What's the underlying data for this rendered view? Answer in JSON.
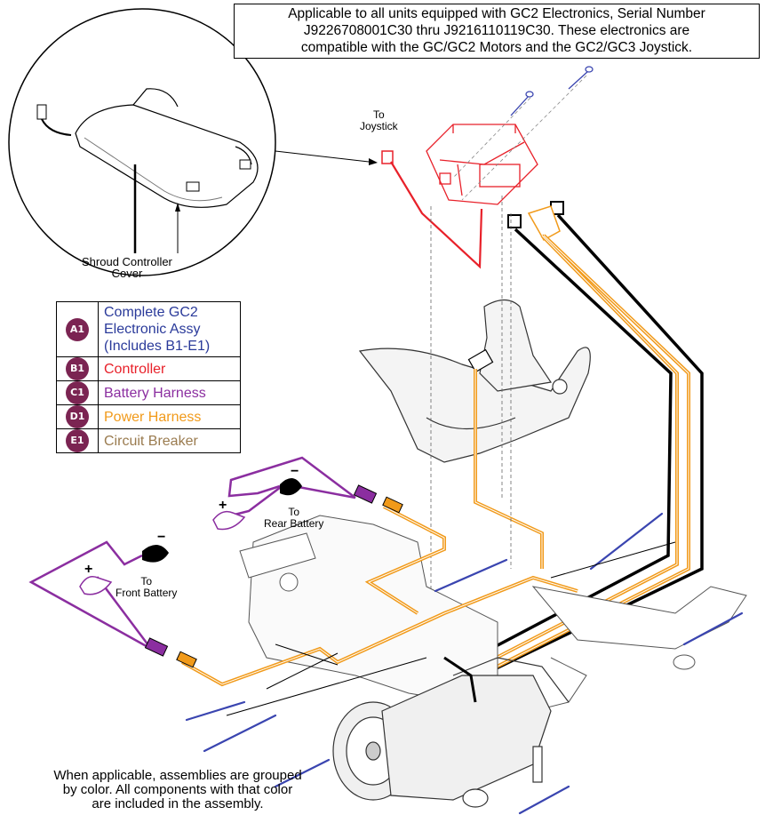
{
  "note": {
    "lines": [
      "Applicable to all units equipped with GC2 Electronics, Serial Number",
      "J9226708001C30 thru J9216110119C30. These electronics are",
      "compatible with the GC/GC2 Motors and the GC2/GC3 Joystick."
    ]
  },
  "labels": {
    "to_joystick": [
      "To",
      "Joystick"
    ],
    "shroud": [
      "Shroud Controller",
      "Cover"
    ],
    "rear_battery": [
      "To",
      "Rear Battery"
    ],
    "front_battery": [
      "To",
      "Front Battery"
    ],
    "plus": "+",
    "minus": "−"
  },
  "legend": [
    {
      "code": "A1",
      "lines": [
        "Complete GC2",
        "Electronic Assy",
        "(Includes B1-E1)"
      ],
      "color": "#2a3a9a"
    },
    {
      "code": "B1",
      "lines": [
        "Controller"
      ],
      "color": "#e8212a"
    },
    {
      "code": "C1",
      "lines": [
        "Battery Harness"
      ],
      "color": "#8b2ea0"
    },
    {
      "code": "D1",
      "lines": [
        "Power Harness"
      ],
      "color": "#f19a1a"
    },
    {
      "code": "E1",
      "lines": [
        "Circuit Breaker"
      ],
      "color": "#9a7b4f"
    }
  ],
  "footnote": [
    "When applicable, assemblies are grouped",
    "by color. All components with that color",
    "are included in the assembly."
  ],
  "colors": {
    "controller": "#e8212a",
    "battery_harness": "#8b2ea0",
    "power_harness": "#f19a1a",
    "hardware": "#3a45b0",
    "badge": "#7b2452",
    "line": "#000000"
  }
}
